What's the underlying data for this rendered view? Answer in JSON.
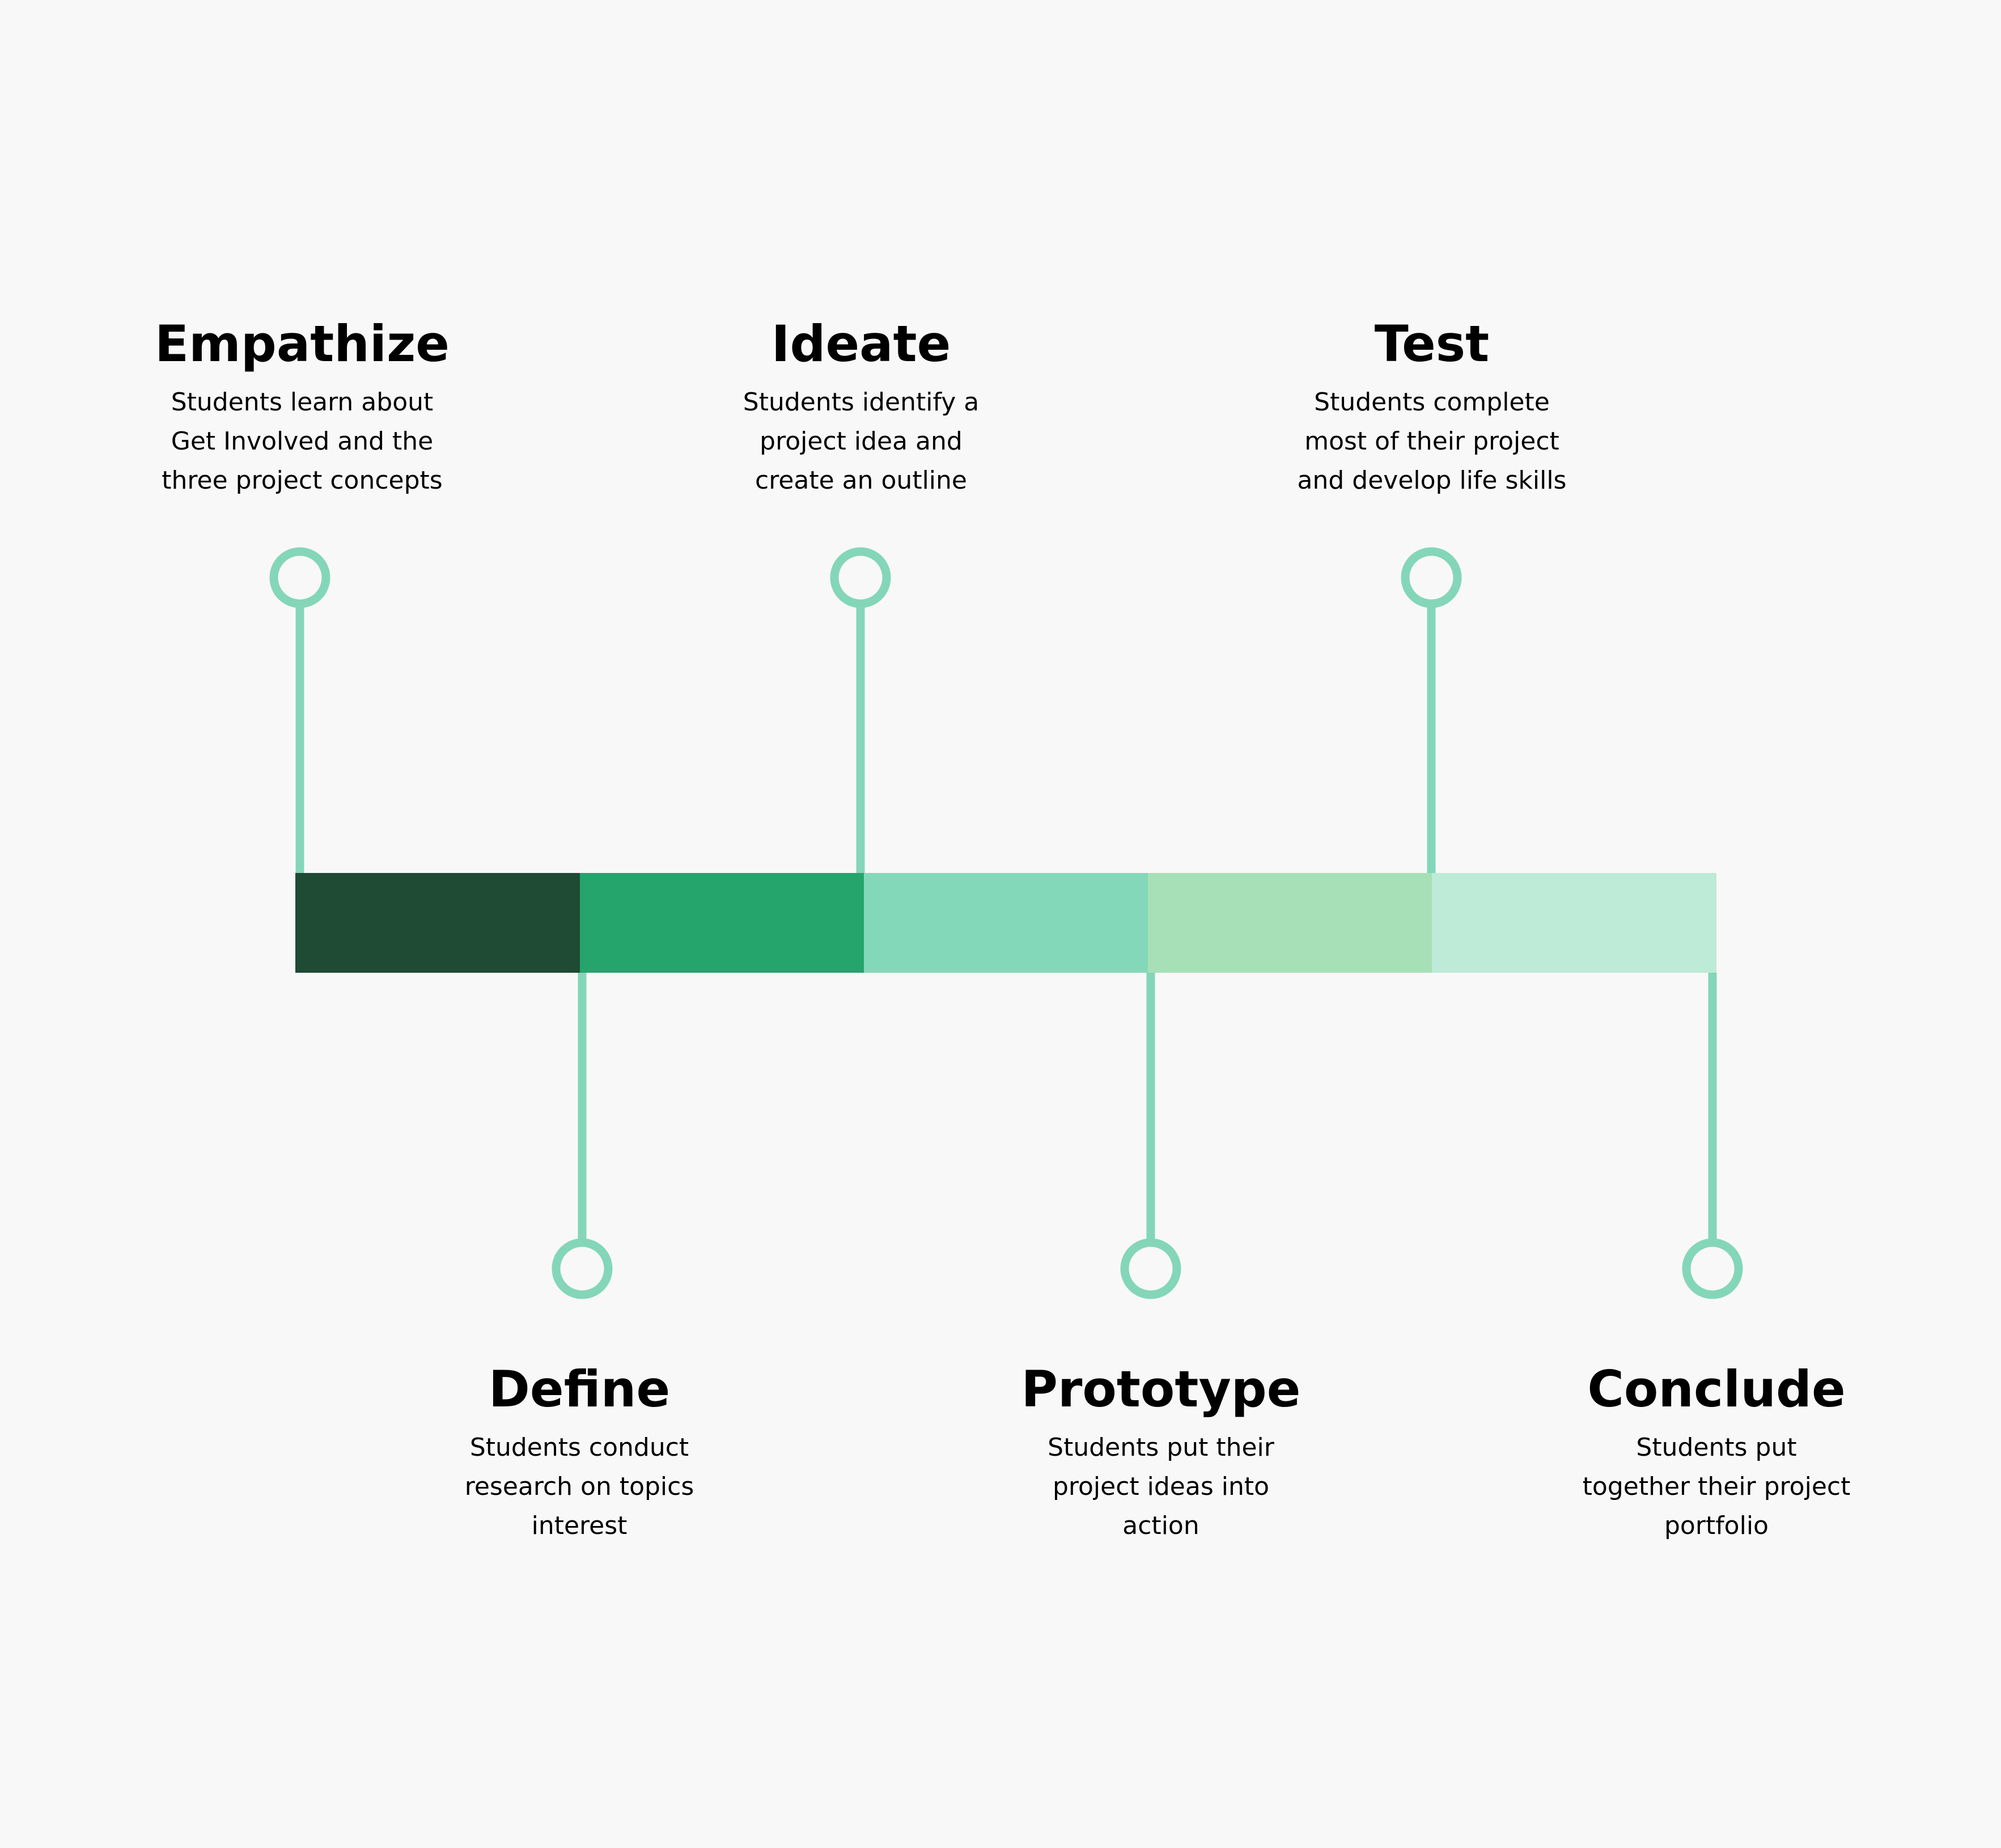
{
  "stages": [
    {
      "title": "Empathize",
      "description": [
        "Students learn about",
        "Get Involved and the",
        "three project concepts"
      ],
      "color": "#1f4a33"
    },
    {
      "title": "Define",
      "description": [
        "Students conduct",
        "research on topics",
        "interest"
      ],
      "color": "#25a46c"
    },
    {
      "title": "Ideate",
      "description": [
        "Students identify a",
        "project idea and",
        "create an outline"
      ],
      "color": "#84d8ba"
    },
    {
      "title": "Prototype",
      "description": [
        "Students put their",
        "project ideas into",
        "action"
      ],
      "color": "#a7e0b6"
    },
    {
      "title": "Test",
      "description": [
        "Students complete",
        "most of their project",
        "and develop life skills"
      ],
      "color": "#bdebd7"
    },
    {
      "title": "Conclude",
      "description": [
        "Students put",
        "together their project",
        "portfolio"
      ]
    }
  ],
  "connector_color": "#84d6b9"
}
